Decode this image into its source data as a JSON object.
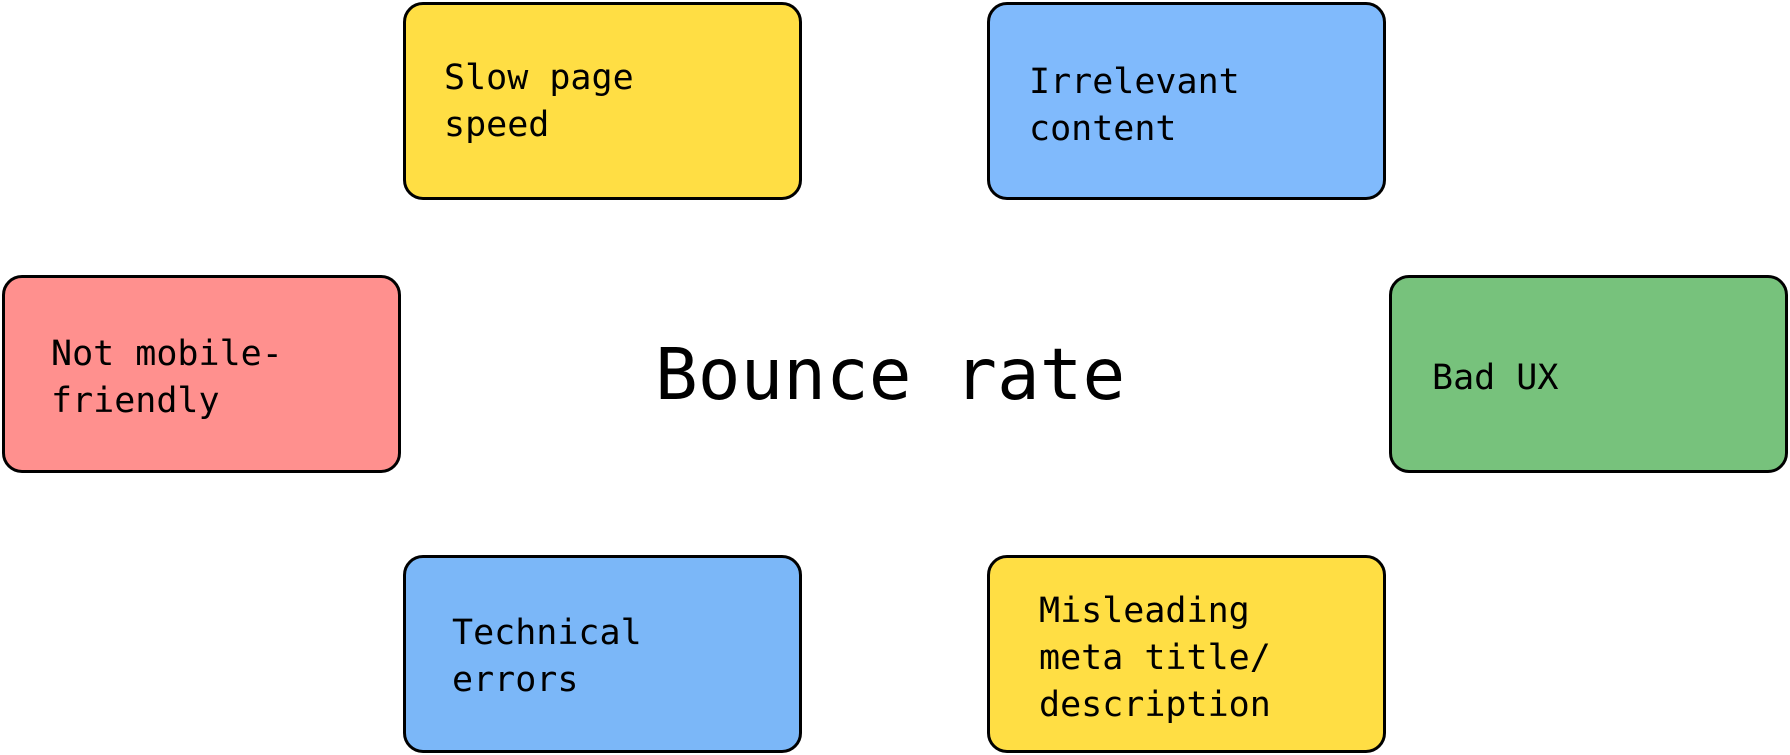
{
  "center": {
    "label": "Bounce rate"
  },
  "causes": {
    "slow_page_speed": {
      "label": "Slow page\nspeed",
      "color": "#FFDE44"
    },
    "irrelevant_content": {
      "label": "Irrelevant\ncontent",
      "color": "#80BAFC"
    },
    "not_mobile_friendly": {
      "label": "Not mobile-\nfriendly",
      "color": "#FF908E"
    },
    "bad_ux": {
      "label": "Bad UX",
      "color": "#77C27C"
    },
    "technical_errors": {
      "label": "Technical\nerrors",
      "color": "#7BB7F8"
    },
    "misleading_meta": {
      "label": "Misleading\nmeta title/\ndescription",
      "color": "#FFDE44"
    }
  }
}
